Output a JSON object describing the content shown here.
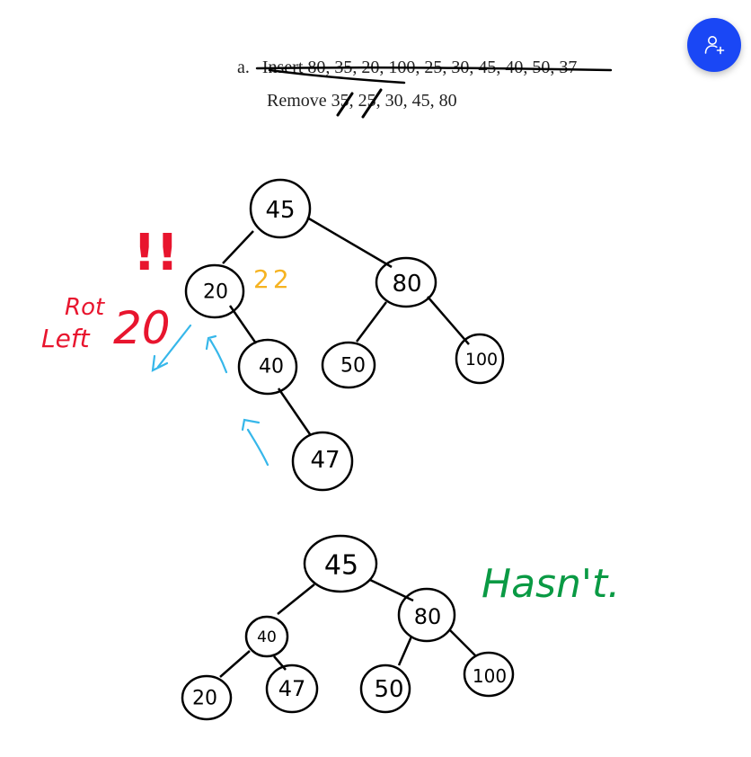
{
  "problem": {
    "item_label": "a.",
    "insert_text": "Insert 80, 35, 20, 100, 25, 30, 45, 40, 50, 37",
    "remove_text": "Remove 35, 25, 30, 45, 80"
  },
  "tree_before": {
    "nodes": [
      "45",
      "20",
      "80",
      "40",
      "50",
      "100",
      "47"
    ],
    "balance_note": "22"
  },
  "annotations": {
    "rotation_line1": "Rot",
    "rotation_line2": "Left",
    "rotation_value": "20",
    "alert_mark": "!!",
    "signature": "Hasn't."
  },
  "tree_after": {
    "nodes": [
      "45",
      "40",
      "80",
      "20",
      "47",
      "50",
      "100"
    ]
  },
  "fab": {
    "icon": "add-user-icon"
  },
  "colors": {
    "ink": "#000000",
    "red": "#e8152e",
    "orange": "#f6b321",
    "blue": "#36b7ea",
    "green": "#0a9a44",
    "fab": "#1a47f5"
  }
}
